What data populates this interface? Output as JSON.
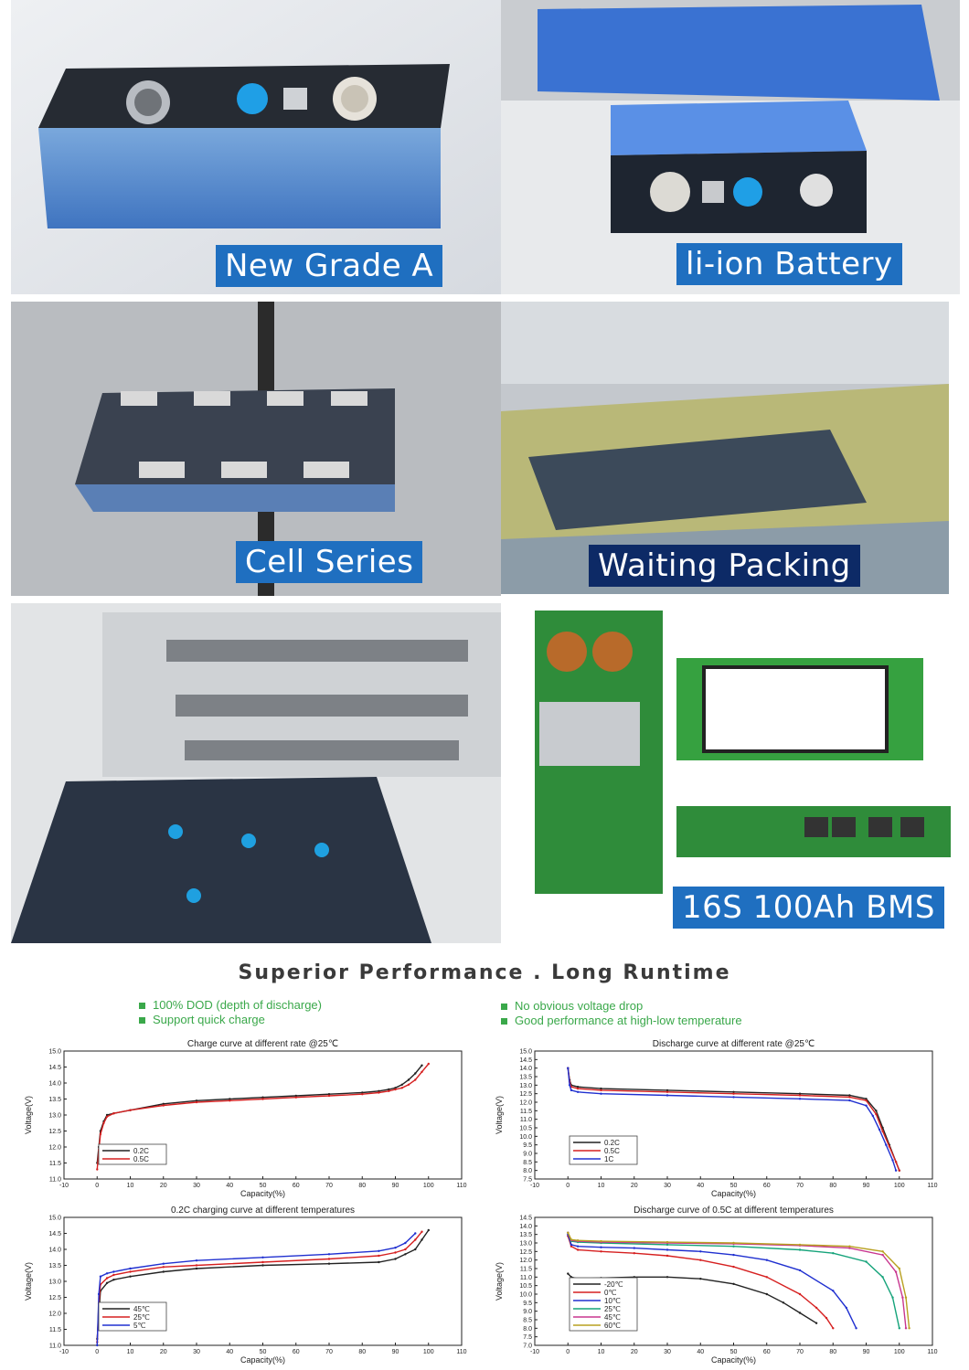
{
  "captions": [
    "New Grade A",
    "li-ion Battery",
    "Cell Series",
    "Waiting Packing",
    "16S 100Ah BMS"
  ],
  "headline": "Superior Performance . Long Runtime",
  "bullets_left": [
    "100% DOD (depth of discharge)",
    "Support quick charge"
  ],
  "bullets_right": [
    "No obvious voltage drop",
    "Good performance at high-low temperature"
  ],
  "chart_data": [
    {
      "type": "line",
      "title": "Charge curve at different rate @25℃",
      "xlabel": "Capacity(%)",
      "ylabel": "Voltage(V)",
      "xlim": [
        -10,
        110
      ],
      "ylim": [
        11.0,
        15.0
      ],
      "xticks": [
        -10,
        0,
        10,
        20,
        30,
        40,
        50,
        60,
        70,
        80,
        90,
        100,
        110
      ],
      "yticks": [
        11.0,
        11.5,
        12.0,
        12.5,
        13.0,
        13.5,
        14.0,
        14.5,
        15.0
      ],
      "legend": "bottom-left",
      "series": [
        {
          "name": "0.2C",
          "color": "#222222",
          "x": [
            0,
            0.5,
            1,
            2,
            3,
            5,
            10,
            20,
            30,
            40,
            50,
            60,
            70,
            80,
            85,
            88,
            90,
            92,
            94,
            96,
            98
          ],
          "y": [
            11.5,
            12.0,
            12.5,
            12.8,
            13.0,
            13.05,
            13.15,
            13.35,
            13.45,
            13.5,
            13.55,
            13.6,
            13.65,
            13.7,
            13.75,
            13.8,
            13.85,
            13.95,
            14.1,
            14.3,
            14.55
          ]
        },
        {
          "name": "0.5C",
          "color": "#d62020",
          "x": [
            0,
            0.5,
            1,
            2,
            3,
            5,
            10,
            20,
            30,
            40,
            50,
            60,
            70,
            80,
            85,
            88,
            90,
            92,
            94,
            96,
            98,
            100
          ],
          "y": [
            11.3,
            11.9,
            12.4,
            12.75,
            12.95,
            13.05,
            13.15,
            13.3,
            13.4,
            13.45,
            13.5,
            13.55,
            13.6,
            13.65,
            13.7,
            13.75,
            13.8,
            13.85,
            13.95,
            14.1,
            14.35,
            14.6
          ]
        }
      ]
    },
    {
      "type": "line",
      "title": "Discharge curve at different rate @25℃",
      "xlabel": "Capacity(%)",
      "ylabel": "Voltage(V)",
      "xlim": [
        -10,
        110
      ],
      "ylim": [
        7.5,
        15.0
      ],
      "xticks": [
        -10,
        0,
        10,
        20,
        30,
        40,
        50,
        60,
        70,
        80,
        90,
        100,
        110
      ],
      "yticks": [
        7.5,
        8.0,
        8.5,
        9.0,
        9.5,
        10.0,
        10.5,
        11.0,
        11.5,
        12.0,
        12.5,
        13.0,
        13.5,
        14.0,
        14.5,
        15.0
      ],
      "legend": "bottom-left",
      "series": [
        {
          "name": "0.2C",
          "color": "#222222",
          "x": [
            0,
            0.5,
            1,
            3,
            10,
            30,
            50,
            70,
            85,
            90,
            93,
            95,
            97,
            99,
            100
          ],
          "y": [
            14.0,
            13.3,
            13.0,
            12.9,
            12.8,
            12.7,
            12.6,
            12.5,
            12.4,
            12.2,
            11.5,
            10.5,
            9.5,
            8.5,
            8.0
          ]
        },
        {
          "name": "0.5C",
          "color": "#d62020",
          "x": [
            0,
            0.5,
            1,
            3,
            10,
            30,
            50,
            70,
            85,
            90,
            93,
            95,
            97,
            99,
            100
          ],
          "y": [
            14.0,
            13.2,
            12.9,
            12.8,
            12.7,
            12.6,
            12.5,
            12.4,
            12.3,
            12.1,
            11.3,
            10.3,
            9.4,
            8.5,
            8.0
          ]
        },
        {
          "name": "1C",
          "color": "#2030d0",
          "x": [
            0,
            0.5,
            1,
            3,
            10,
            30,
            50,
            70,
            85,
            90,
            92,
            94,
            96,
            98,
            99
          ],
          "y": [
            14.0,
            13.0,
            12.7,
            12.6,
            12.5,
            12.4,
            12.3,
            12.2,
            12.1,
            11.8,
            11.2,
            10.4,
            9.5,
            8.6,
            8.0
          ]
        }
      ]
    },
    {
      "type": "line",
      "title": "0.2C charging curve at different temperatures",
      "xlabel": "Capacity(%)",
      "ylabel": "Voltage(V)",
      "xlim": [
        -10,
        110
      ],
      "ylim": [
        11.0,
        15.0
      ],
      "xticks": [
        -10,
        0,
        10,
        20,
        30,
        40,
        50,
        60,
        70,
        80,
        90,
        100,
        110
      ],
      "yticks": [
        11.0,
        11.5,
        12.0,
        12.5,
        13.0,
        13.5,
        14.0,
        14.5,
        15.0
      ],
      "legend": "bottom-left",
      "series": [
        {
          "name": "45℃",
          "color": "#222222",
          "x": [
            0,
            0.5,
            1,
            3,
            5,
            10,
            20,
            30,
            50,
            70,
            85,
            90,
            93,
            96,
            98,
            100
          ],
          "y": [
            11.2,
            12.0,
            12.7,
            12.95,
            13.05,
            13.15,
            13.3,
            13.4,
            13.5,
            13.55,
            13.6,
            13.7,
            13.85,
            14.0,
            14.3,
            14.6
          ]
        },
        {
          "name": "25℃",
          "color": "#d62020",
          "x": [
            0,
            0.5,
            1,
            3,
            5,
            10,
            20,
            30,
            50,
            70,
            85,
            90,
            93,
            96,
            98
          ],
          "y": [
            11.1,
            12.3,
            12.9,
            13.1,
            13.2,
            13.3,
            13.45,
            13.5,
            13.6,
            13.7,
            13.8,
            13.9,
            14.0,
            14.3,
            14.55
          ]
        },
        {
          "name": "5℃",
          "color": "#2030d0",
          "x": [
            0,
            0.5,
            1,
            3,
            5,
            10,
            20,
            30,
            50,
            70,
            85,
            90,
            93,
            96
          ],
          "y": [
            11.0,
            12.6,
            13.15,
            13.25,
            13.3,
            13.4,
            13.55,
            13.65,
            13.75,
            13.85,
            13.95,
            14.05,
            14.2,
            14.5
          ]
        }
      ]
    },
    {
      "type": "line",
      "title": "Discharge curve of 0.5C at different temperatures",
      "xlabel": "Capacity(%)",
      "ylabel": "Voltage(V)",
      "xlim": [
        -10,
        110
      ],
      "ylim": [
        7.0,
        14.5
      ],
      "xticks": [
        -10,
        0,
        10,
        20,
        30,
        40,
        50,
        60,
        70,
        80,
        90,
        100,
        110
      ],
      "yticks": [
        7.0,
        7.5,
        8.0,
        8.5,
        9.0,
        9.5,
        10.0,
        10.5,
        11.0,
        11.5,
        12.0,
        12.5,
        13.0,
        13.5,
        14.0,
        14.5
      ],
      "legend": "bottom-left",
      "series": [
        {
          "name": "-20℃",
          "color": "#222222",
          "x": [
            0,
            1,
            3,
            10,
            20,
            30,
            40,
            50,
            60,
            65,
            70,
            75
          ],
          "y": [
            11.2,
            11.0,
            10.9,
            10.95,
            11.0,
            11.0,
            10.9,
            10.6,
            10.0,
            9.5,
            8.9,
            8.3
          ]
        },
        {
          "name": "0℃",
          "color": "#d62020",
          "x": [
            0,
            1,
            3,
            10,
            20,
            30,
            40,
            50,
            60,
            70,
            75,
            78,
            80
          ],
          "y": [
            13.4,
            12.8,
            12.6,
            12.5,
            12.4,
            12.25,
            12.0,
            11.6,
            11.0,
            10.0,
            9.2,
            8.6,
            8.0
          ]
        },
        {
          "name": "10℃",
          "color": "#2030d0",
          "x": [
            0,
            1,
            3,
            10,
            20,
            30,
            40,
            50,
            60,
            70,
            80,
            84,
            87
          ],
          "y": [
            13.5,
            12.9,
            12.8,
            12.75,
            12.7,
            12.6,
            12.5,
            12.3,
            12.0,
            11.4,
            10.2,
            9.2,
            8.0
          ]
        },
        {
          "name": "25℃",
          "color": "#15a37a",
          "x": [
            0,
            1,
            3,
            10,
            30,
            50,
            70,
            80,
            90,
            95,
            98,
            100
          ],
          "y": [
            13.6,
            13.1,
            13.05,
            13.0,
            12.9,
            12.8,
            12.6,
            12.4,
            11.9,
            11.0,
            9.8,
            8.0
          ]
        },
        {
          "name": "45℃",
          "color": "#c8368f",
          "x": [
            0,
            1,
            3,
            10,
            30,
            50,
            70,
            85,
            95,
            99,
            101,
            102
          ],
          "y": [
            13.6,
            13.15,
            13.1,
            13.05,
            13.0,
            12.95,
            12.85,
            12.7,
            12.3,
            11.3,
            9.8,
            8.0
          ]
        },
        {
          "name": "60℃",
          "color": "#b8a020",
          "x": [
            0,
            1,
            3,
            10,
            30,
            50,
            70,
            85,
            95,
            100,
            102,
            103
          ],
          "y": [
            13.6,
            13.2,
            13.15,
            13.1,
            13.05,
            13.0,
            12.9,
            12.8,
            12.5,
            11.5,
            9.8,
            8.0
          ]
        }
      ]
    }
  ]
}
